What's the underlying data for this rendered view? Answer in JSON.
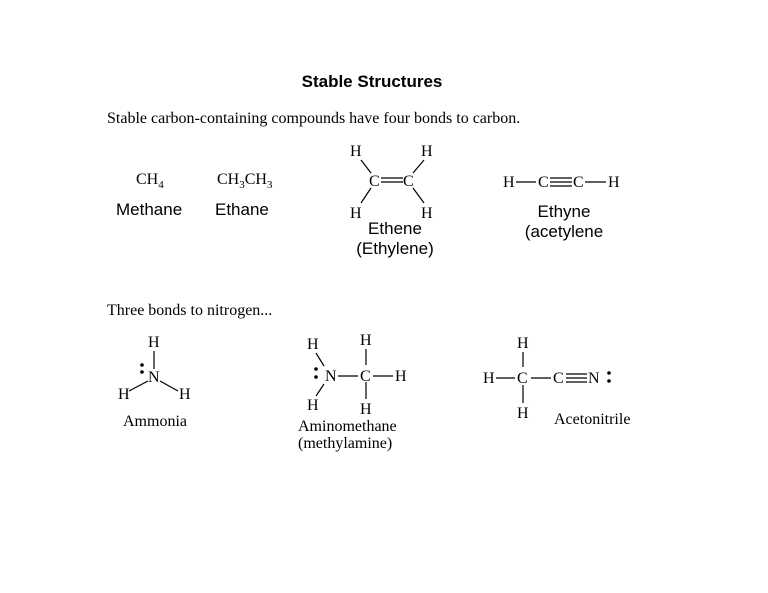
{
  "title": "Stable Structures",
  "intro_carbon": "Stable carbon-containing compounds have four bonds to carbon.",
  "intro_nitrogen": "Three bonds to nitrogen...",
  "atoms": {
    "C": "C",
    "H": "H",
    "N": "N"
  },
  "methane": {
    "formula_main": "CH",
    "formula_sub": "4",
    "name": "Methane"
  },
  "ethane": {
    "formula_p1": "CH",
    "formula_s1": "3",
    "formula_p2": "CH",
    "formula_s2": "3",
    "name": "Ethane"
  },
  "ethene": {
    "name_line1": "Ethene",
    "name_line2": "(Ethylene)"
  },
  "ethyne": {
    "name_line1": "Ethyne",
    "name_line2": "(acetylene"
  },
  "ammonia": {
    "name": "Ammonia"
  },
  "aminomethane": {
    "name_line1": "Aminomethane",
    "name_line2": "(methylamine)"
  },
  "acetonitrile": {
    "name": "Acetonitrile"
  }
}
